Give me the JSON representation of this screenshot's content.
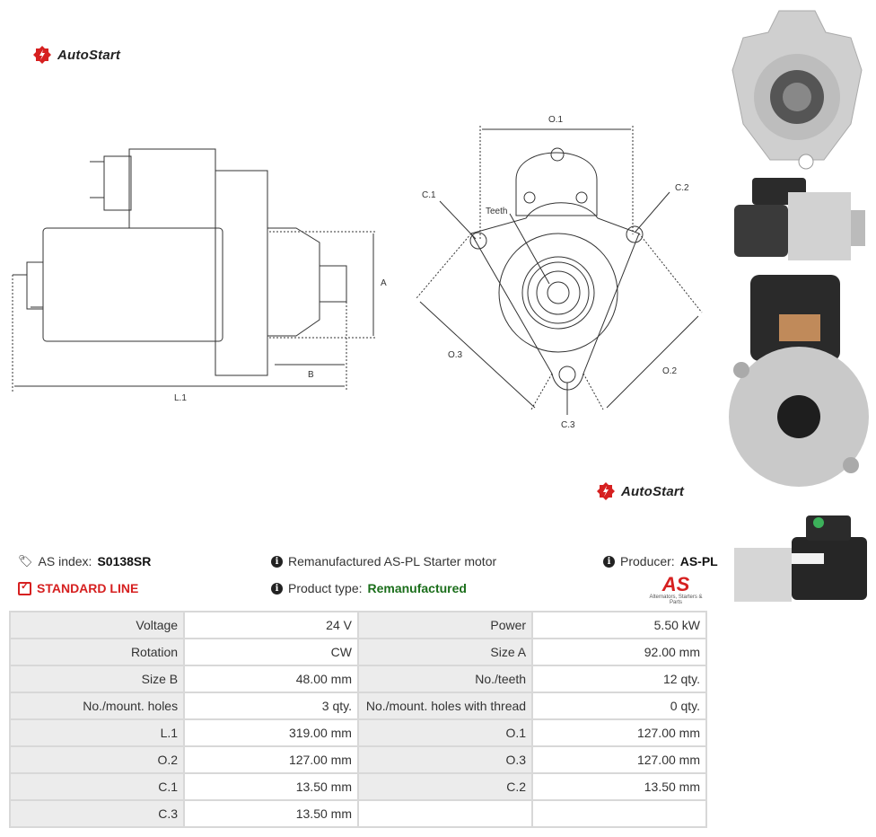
{
  "brand": {
    "name": "AutoStart"
  },
  "drawing": {
    "labels": {
      "l1": "L.1",
      "a": "A",
      "b": "B",
      "o1": "O.1",
      "o2": "O.2",
      "o3": "O.3",
      "c1": "C.1",
      "c2": "C.2",
      "c3": "C.3",
      "teeth": "Teeth"
    }
  },
  "product": {
    "as_index_label": "AS index:",
    "as_index_value": "S0138SR",
    "line": "STANDARD LINE",
    "description": "Remanufactured AS-PL Starter motor",
    "type_label": "Product type:",
    "type_value": "Remanufactured",
    "producer_label": "Producer:",
    "producer_value": "AS-PL",
    "producer_tagline": "Alternators, Starters & Parts",
    "producer_logo_text": "AS"
  },
  "specs": [
    {
      "l1": "Voltage",
      "v1": "24 V",
      "l2": "Power",
      "v2": "5.50 kW"
    },
    {
      "l1": "Rotation",
      "v1": "CW",
      "l2": "Size A",
      "v2": "92.00 mm"
    },
    {
      "l1": "Size B",
      "v1": "48.00 mm",
      "l2": "No./teeth",
      "v2": "12 qty."
    },
    {
      "l1": "No./mount. holes",
      "v1": "3 qty.",
      "l2": "No./mount. holes with thread",
      "v2": "0 qty."
    },
    {
      "l1": "L.1",
      "v1": "319.00 mm",
      "l2": "O.1",
      "v2": "127.00 mm"
    },
    {
      "l1": "O.2",
      "v1": "127.00 mm",
      "l2": "O.3",
      "v2": "127.00 mm"
    },
    {
      "l1": "C.1",
      "v1": "13.50 mm",
      "l2": "C.2",
      "v2": "13.50 mm"
    },
    {
      "l1": "C.3",
      "v1": "13.50 mm",
      "l2": "",
      "v2": ""
    }
  ],
  "colors": {
    "accent_red": "#d62020",
    "green": "#1b6e1b",
    "grid": "#d8d8d8",
    "label_bg": "#ececec"
  }
}
